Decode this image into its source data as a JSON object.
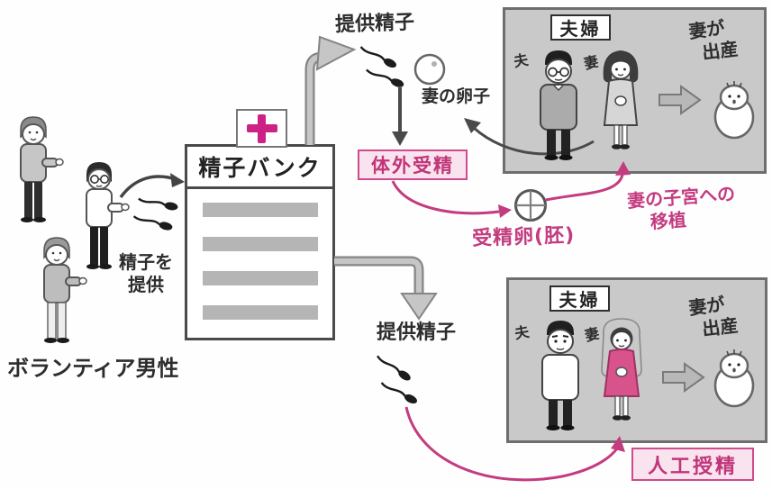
{
  "colors": {
    "pink": "#c43c80",
    "pink_box_bg": "#f9e3ee",
    "magenta_cross": "#cc2185",
    "couple_box_bg": "#c9c9c9",
    "ink": "#2d2d2d"
  },
  "donors": {
    "caption": "ボランティア男性",
    "action": [
      "精子を",
      "提供"
    ]
  },
  "bank": {
    "name": "精子バンク"
  },
  "ivf_path": {
    "donor_sperm": "提供精子",
    "wife_egg": "妻の卵子",
    "procedure": "体外受精",
    "embryo": "受精卵(胚)",
    "transplant": [
      "妻の子宮への",
      "移植"
    ]
  },
  "ai_path": {
    "donor_sperm": "提供精子",
    "procedure": "人工授精"
  },
  "couple_top": {
    "title": "夫婦",
    "husband": "夫",
    "wife": "妻",
    "outcome": [
      "妻が",
      "出産"
    ]
  },
  "couple_bottom": {
    "title": "夫婦",
    "husband": "夫",
    "wife": "妻",
    "outcome": [
      "妻が",
      "出産"
    ]
  }
}
